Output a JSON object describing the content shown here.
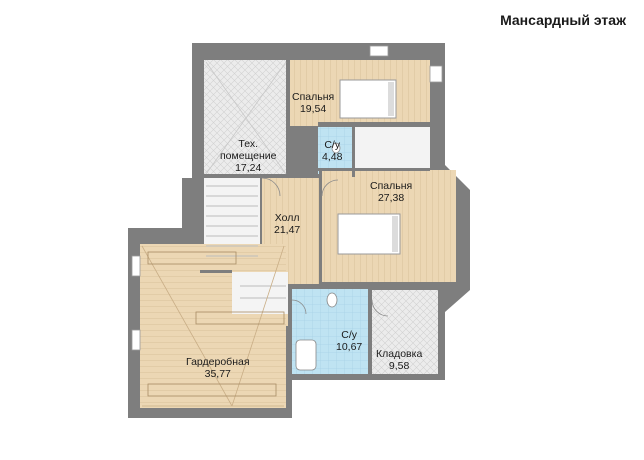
{
  "header": {
    "title": "Мансардный этаж"
  },
  "rooms": [
    {
      "name": "Спальня",
      "area": "19,54"
    },
    {
      "name": "Тех. помещение",
      "line1": "Тех.",
      "line2": "помещение",
      "area": "17,24"
    },
    {
      "name": "С/у",
      "area": "4,48"
    },
    {
      "name": "Спальня",
      "area": "27,38"
    },
    {
      "name": "Холл",
      "area": "21,47"
    },
    {
      "name": "С/у",
      "area": "10,67"
    },
    {
      "name": "Кладовка",
      "area": "9,58"
    },
    {
      "name": "Гардеробная",
      "area": "35,77"
    }
  ],
  "colors": {
    "wall": "#7d7d7d",
    "wood": "#e9d3b0",
    "tile": "#b9dff0",
    "tech": "#e6e6e6",
    "text": "#1a1a1a"
  }
}
